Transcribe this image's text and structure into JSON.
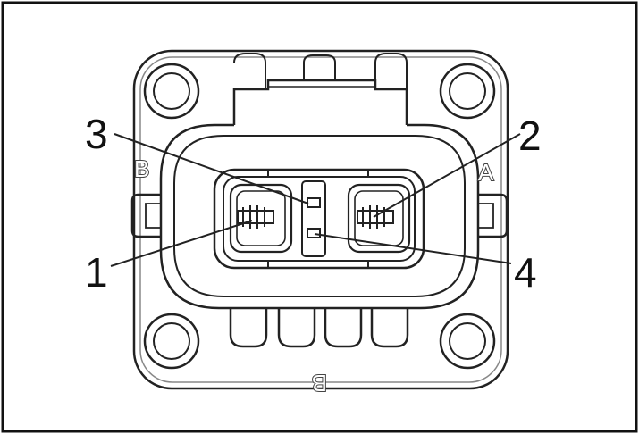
{
  "diagram": {
    "pin_labels": {
      "pin1": "1",
      "pin2": "2",
      "pin3": "3",
      "pin4": "4"
    },
    "side_labels": {
      "left": "B",
      "right": "A",
      "bottom": "B"
    },
    "colors": {
      "line": "#222222",
      "light_line": "#777777",
      "background": "#ffffff"
    }
  }
}
